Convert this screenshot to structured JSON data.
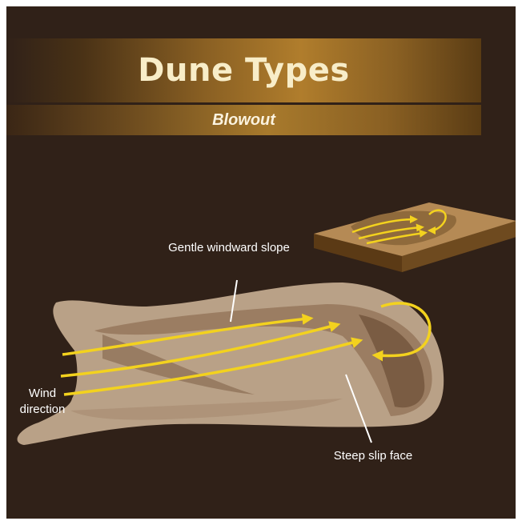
{
  "header": {
    "title": "Dune Types",
    "subtitle": "Blowout"
  },
  "labels": {
    "windward": "Gentle windward slope",
    "wind": "Wind direction",
    "slip": "Steep slip face"
  },
  "colors": {
    "background": "#302118",
    "sand_light": "#b9a187",
    "sand_mid": "#9b7d62",
    "sand_dark": "#7a5c43",
    "wind_arrow": "#f3d21e",
    "block_side": "#5b3a15",
    "block_top": "#b58a55"
  }
}
